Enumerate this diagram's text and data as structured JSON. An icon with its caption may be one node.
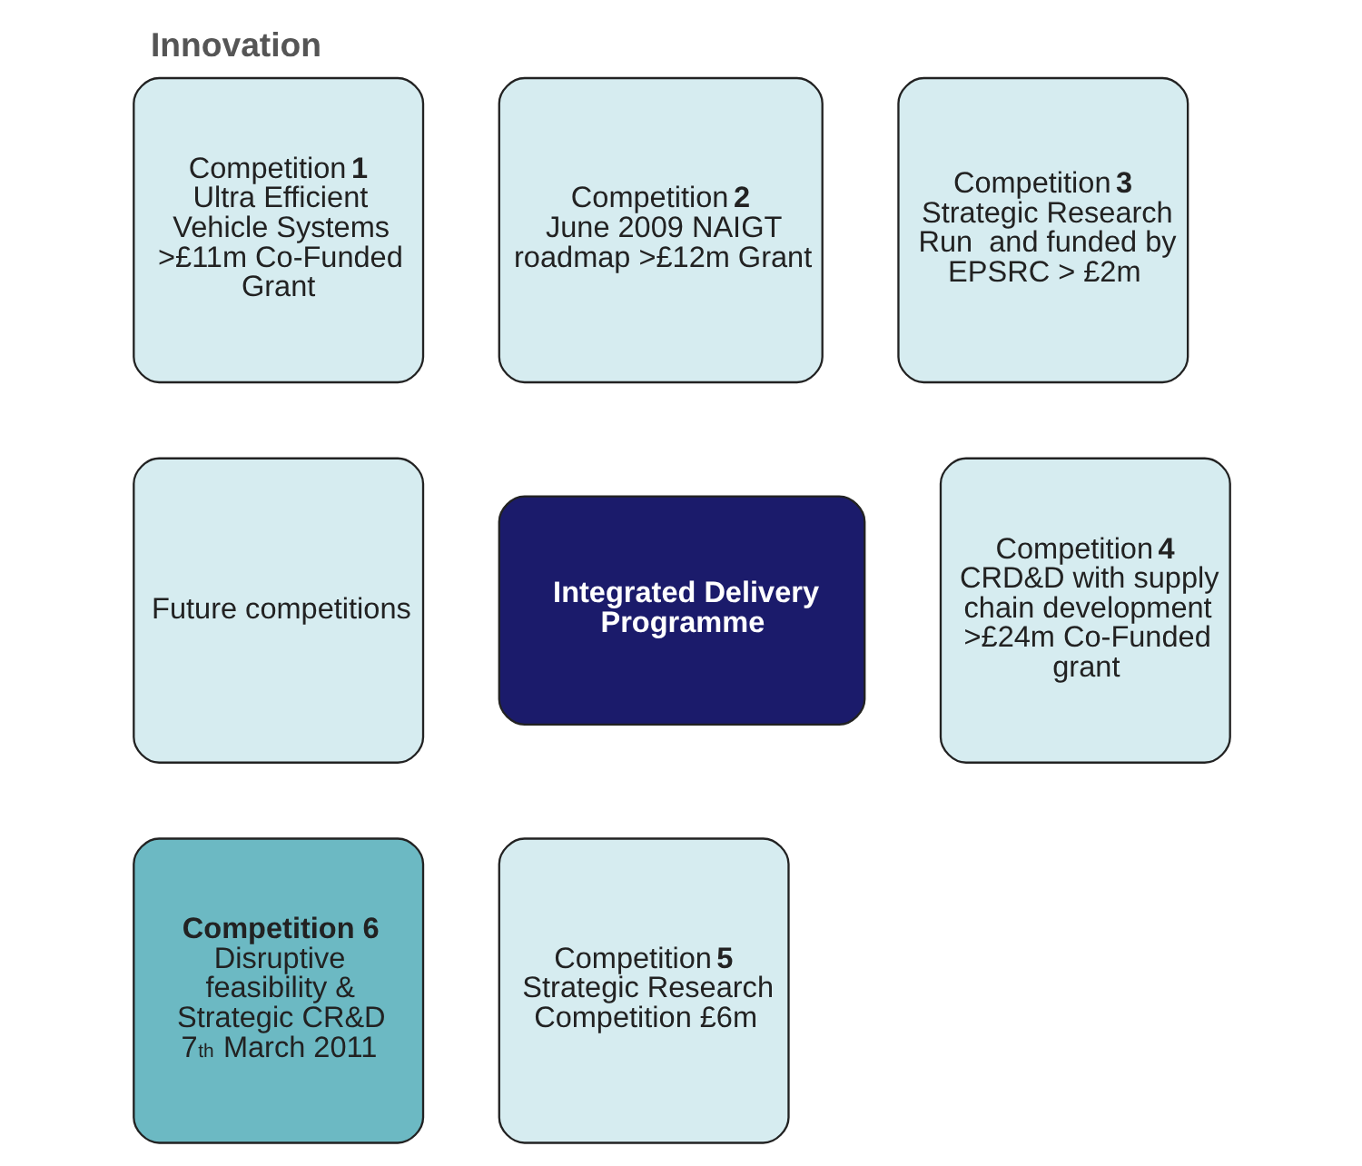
{
  "diagram": {
    "title": "Innovation",
    "nodes": [
      {
        "text": [
          "Competition **1**",
          "Ultra Efficient Vehicle Systems >£11m Co-Funded Grant"
        ]
      },
      {
        "text": [
          "Competition **2**",
          "June 2009 NAIGT roadmap >£12m Grant"
        ]
      },
      {
        "text": [
          "Competition **3**",
          "Strategic Research Run  and funded by EPSRC > £2m"
        ]
      },
      {
        "text": [
          "Future competitions"
        ]
      },
      {
        "text": [
          "Integrated Delivery Programme"
        ]
      },
      {
        "text": [
          "Competition **4**",
          "CRD&D with supply chain development >£24m Co-Funded grant"
        ]
      },
      {
        "text": [
          "**Competition 6**",
          "Disruptive feasibility & Strategic CR&D 7$^{th}$ March 2011"
        ]
      },
      {
        "text": [
          "Competition **5**",
          "Strategic Research Competition £6m"
        ]
      }
    ],
    "edges": []
  }
}
